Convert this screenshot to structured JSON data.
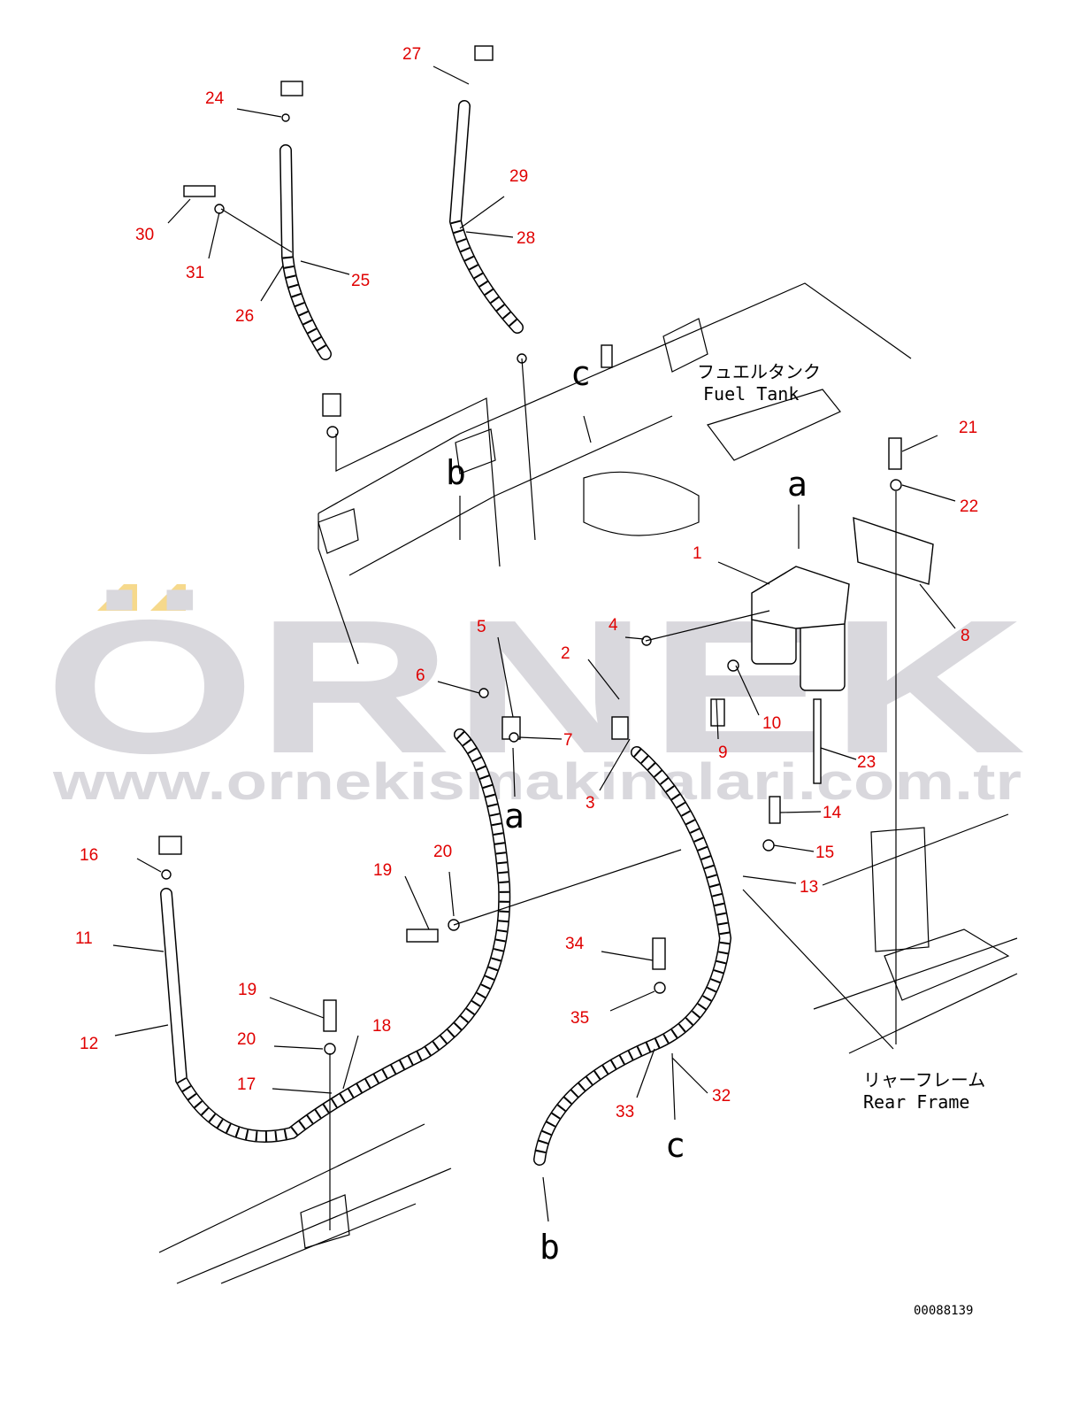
{
  "watermark": {
    "brand": "ÖRNEK",
    "url": "www.ornekismakinalari.com.tr",
    "gray": "#d9d8dd",
    "yellow": "#f6d98c"
  },
  "part_labels": [
    "1",
    "2",
    "3",
    "4",
    "5",
    "6",
    "7",
    "8",
    "9",
    "10",
    "11",
    "12",
    "13",
    "14",
    "15",
    "16",
    "17",
    "18",
    "19",
    "19",
    "20",
    "20",
    "21",
    "22",
    "23",
    "24",
    "25",
    "26",
    "27",
    "28",
    "29",
    "30",
    "31",
    "32",
    "33",
    "34",
    "35"
  ],
  "reference_letters": {
    "a1": "a",
    "a2": "a",
    "b1": "b",
    "b2": "b",
    "c1": "c",
    "c2": "c"
  },
  "notes": {
    "fuel_tank_jp": "フュエルタンク",
    "fuel_tank_en": "Fuel Tank",
    "rear_frame_jp": "リャーフレーム",
    "rear_frame_en": "Rear Frame"
  },
  "drawing_number": "00088139",
  "colors": {
    "label": "#e00000",
    "line": "#000000"
  }
}
